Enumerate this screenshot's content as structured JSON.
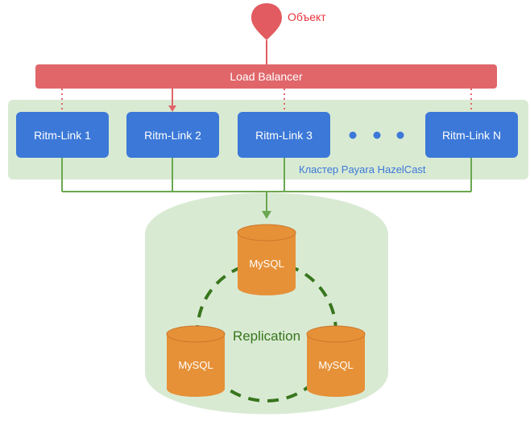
{
  "object_label": "Объект",
  "load_balancer": {
    "label": "Load Balancer"
  },
  "cluster": {
    "label": "Кластер Payara HazelCast",
    "nodes": [
      {
        "label": "Ritm-Link 1"
      },
      {
        "label": "Ritm-Link 2"
      },
      {
        "label": "Ritm-Link 3"
      },
      {
        "label": "Ritm-Link N"
      }
    ]
  },
  "database": {
    "replication_label": "Replication",
    "nodes": [
      {
        "label": "MySQL"
      },
      {
        "label": "MySQL"
      },
      {
        "label": "MySQL"
      }
    ]
  },
  "colors": {
    "pin": "#e25b60",
    "object_text": "#e8333b",
    "balancer": "#e0666a",
    "cluster_bg": "#d9ead3",
    "node": "#3b78d8",
    "cluster_text": "#3b78d8",
    "line_green": "#6aa84f",
    "replication_green": "#38761d",
    "db_orange": "#e69138"
  }
}
